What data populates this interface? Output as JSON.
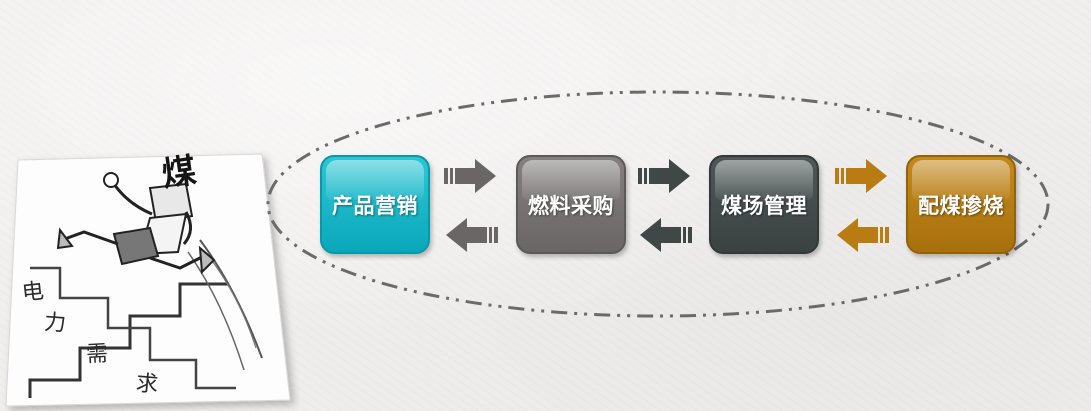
{
  "illustration": {
    "coal_label": "煤",
    "stair_words": [
      "电",
      "力",
      "需",
      "求"
    ]
  },
  "process": {
    "steps": [
      {
        "label": "产品营销",
        "color": "#0aa8bb"
      },
      {
        "label": "燃料采购",
        "color": "#6b6666"
      },
      {
        "label": "煤场管理",
        "color": "#3a4242"
      },
      {
        "label": "配煤掺烧",
        "color": "#a8700d"
      }
    ],
    "arrow_colors": {
      "forward": [
        "#6b6666",
        "#3a4242",
        "#b97c12"
      ],
      "backward": [
        "#6b6666",
        "#3a4242",
        "#b97c12"
      ]
    }
  }
}
